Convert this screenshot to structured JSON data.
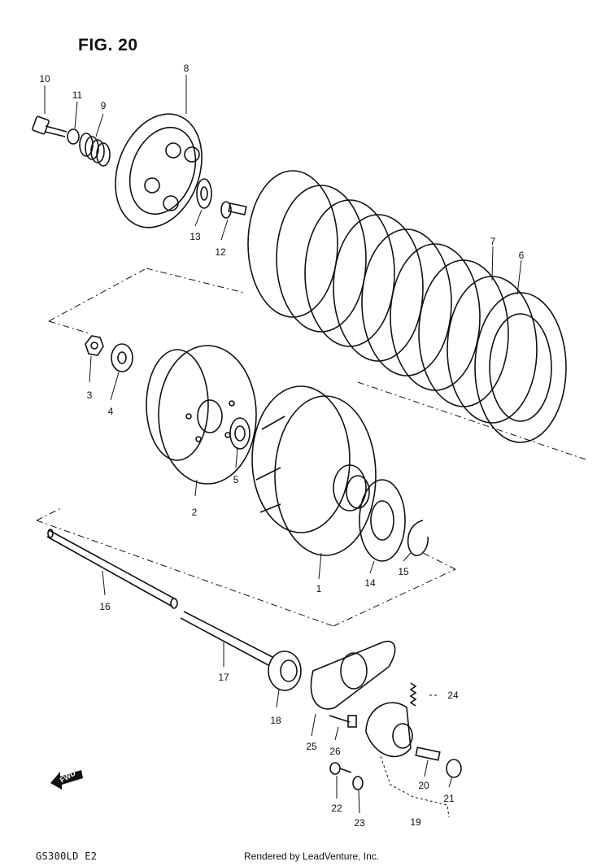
{
  "figure": {
    "title": "FIG. 20"
  },
  "callouts": [
    {
      "id": "c1",
      "label": "1"
    },
    {
      "id": "c2",
      "label": "2"
    },
    {
      "id": "c3",
      "label": "3"
    },
    {
      "id": "c4",
      "label": "4"
    },
    {
      "id": "c5",
      "label": "5"
    },
    {
      "id": "c6",
      "label": "6"
    },
    {
      "id": "c7",
      "label": "7"
    },
    {
      "id": "c8",
      "label": "8"
    },
    {
      "id": "c9",
      "label": "9"
    },
    {
      "id": "c10",
      "label": "10"
    },
    {
      "id": "c11",
      "label": "11"
    },
    {
      "id": "c12",
      "label": "12"
    },
    {
      "id": "c13",
      "label": "13"
    },
    {
      "id": "c14",
      "label": "14"
    },
    {
      "id": "c15",
      "label": "15"
    },
    {
      "id": "c16",
      "label": "16"
    },
    {
      "id": "c17",
      "label": "17"
    },
    {
      "id": "c18",
      "label": "18"
    },
    {
      "id": "c19",
      "label": "19"
    },
    {
      "id": "c20",
      "label": "20"
    },
    {
      "id": "c21",
      "label": "21"
    },
    {
      "id": "c22",
      "label": "22"
    },
    {
      "id": "c23",
      "label": "23"
    },
    {
      "id": "c24",
      "label": "24"
    },
    {
      "id": "c25",
      "label": "25"
    },
    {
      "id": "c26",
      "label": "26"
    }
  ],
  "direction_marker": "FWD",
  "footer": {
    "model_code": "GS300LD E2",
    "credit": "Rendered by LeadVenture, Inc."
  }
}
